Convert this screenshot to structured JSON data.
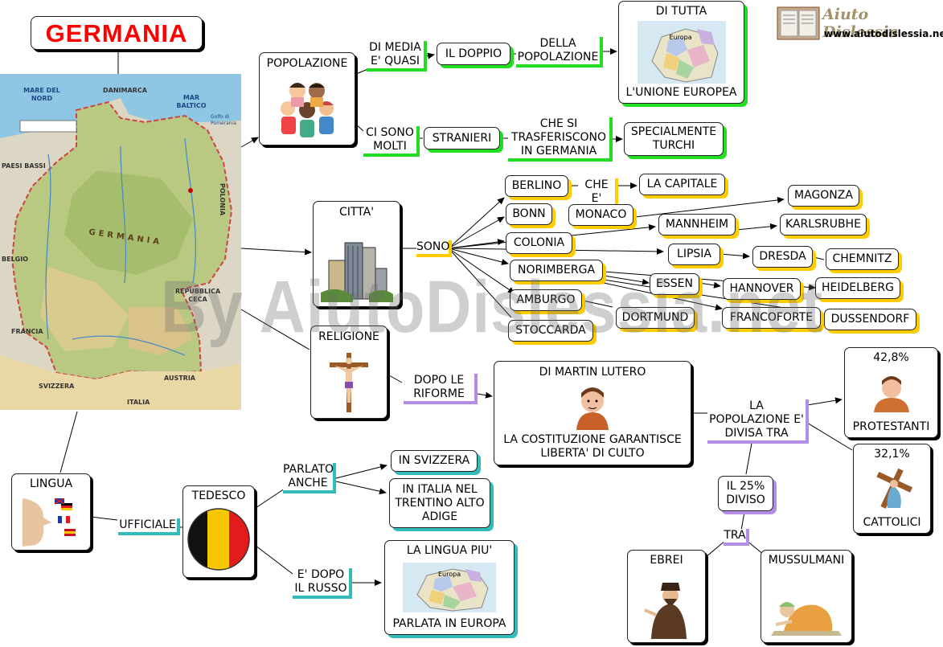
{
  "title": "GERMANIA",
  "logo": {
    "brand": "Aiuto Dislessia",
    "url": "www.aiutodislessia.net"
  },
  "watermark": "By AiutoDislessia.net",
  "map_labels": {
    "mare_del_nord": "MARE DEL NORD",
    "danimarca": "DANIMARCA",
    "mar_baltico": "MAR BALTICO",
    "golfo": "Golfo di Pomerania",
    "paesi_bassi": "PAESI BASSI",
    "polonia": "POLONIA",
    "germania": "GERMANIA",
    "belgio": "BELGIO",
    "repubblica_ceca": "REPUBBLICA CECA",
    "francia": "FRANCIA",
    "austria": "AUSTRIA",
    "svizzera": "SVIZZERA",
    "italia": "ITALIA"
  },
  "popolazione": {
    "node": "POPOLAZIONE",
    "branch1_label": "DI MEDIA E' QUASI",
    "doppio": "IL DOPPIO",
    "della_label": "DELLA POPOLAZIONE",
    "ue_top": "DI TUTTA",
    "ue_bottom": "L'UNIONE EUROPEA",
    "map_caption": "Europa",
    "branch2_label": "CI SONO MOLTI",
    "stranieri": "STRANIERI",
    "trasferiscono": "CHE SI TRASFERISCONO IN GERMANIA",
    "turchi": "SPECIALMENTE TURCHI"
  },
  "citta": {
    "node": "CITTA'",
    "sono": "SONO",
    "che_e": "CHE E'",
    "capitale": "LA CAPITALE",
    "cities": {
      "berlino": "BERLINO",
      "bonn": "BONN",
      "monaco": "MONACO",
      "magonza": "MAGONZA",
      "mannheim": "MANNHEIM",
      "karlsruhe": "KARLSRUBHE",
      "colonia": "COLONIA",
      "lipsia": "LIPSIA",
      "dresda": "DRESDA",
      "chemnitz": "CHEMNITZ",
      "norimberga": "NORIMBERGA",
      "essen": "ESSEN",
      "hannover": "HANNOVER",
      "heidelberg": "HEIDELBERG",
      "amburgo": "AMBURGO",
      "dortmund": "DORTMUND",
      "francoforte": "FRANCOFORTE",
      "dussendorf": "DUSSENDORF",
      "stoccarda": "STOCCARDA"
    }
  },
  "religione": {
    "node": "RELIGIONE",
    "dopo": "DOPO LE RIFORME",
    "lutero_top": "DI MARTIN LUTERO",
    "lutero_bottom": "LA COSTITUZIONE GARANTISCE LIBERTA' DI CULTO",
    "divisa": "LA POPOLAZIONE E' DIVISA TRA",
    "protestanti_pct": "42,8%",
    "protestanti": "PROTESTANTI",
    "cattolici_pct": "32,1%",
    "cattolici": "CATTOLICI",
    "il25": "IL 25% DIVISO",
    "tra": "TRA",
    "ebrei": "EBREI",
    "mussulmani": "MUSSULMANI"
  },
  "lingua": {
    "node": "LINGUA",
    "ufficiale": "UFFICIALE",
    "tedesco": "TEDESCO",
    "parlato": "PARLATO ANCHE",
    "svizzera": "IN SVIZZERA",
    "italia": "IN ITALIA NEL TRENTINO ALTO ADIGE",
    "dopo_russo": "E' DOPO IL RUSSO",
    "piu_top": "LA LINGUA PIU'",
    "piu_bottom": "PARLATA IN EUROPA",
    "map_caption": "Europa"
  },
  "colors": {
    "title_red": "#ff0000",
    "green": "#22dd22",
    "yellow": "#ffcc00",
    "purple": "#b48ee6",
    "teal": "#33bbbb",
    "flag": [
      "#111111",
      "#e31b1b",
      "#f6c700"
    ]
  }
}
